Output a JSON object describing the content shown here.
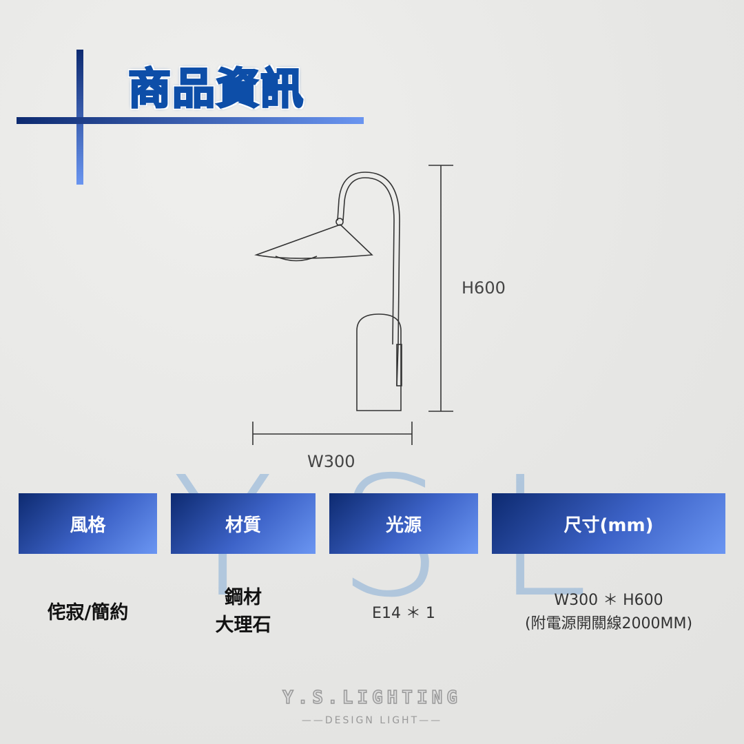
{
  "title": "商品資訊",
  "watermark": "YSL",
  "dimensions": {
    "height": "H600",
    "width": "W300"
  },
  "specs": [
    {
      "label": "風格",
      "value": [
        "侘寂/簡約"
      ]
    },
    {
      "label": "材質",
      "value": [
        "鋼材",
        "大理石"
      ]
    },
    {
      "label": "光源",
      "value": [
        "E14 ＊ 1"
      ]
    },
    {
      "label": "尺寸(mm)",
      "value": [
        "W300 ＊ H600",
        "(附電源開關線2000MM)"
      ]
    }
  ],
  "brand": {
    "name": "Y.S.LIGHTING",
    "tagline": "DESIGN LIGHT"
  },
  "colors": {
    "accent_dark": "#0d2a70",
    "accent_light": "#6b96f2",
    "title": "#0d4ea8"
  }
}
